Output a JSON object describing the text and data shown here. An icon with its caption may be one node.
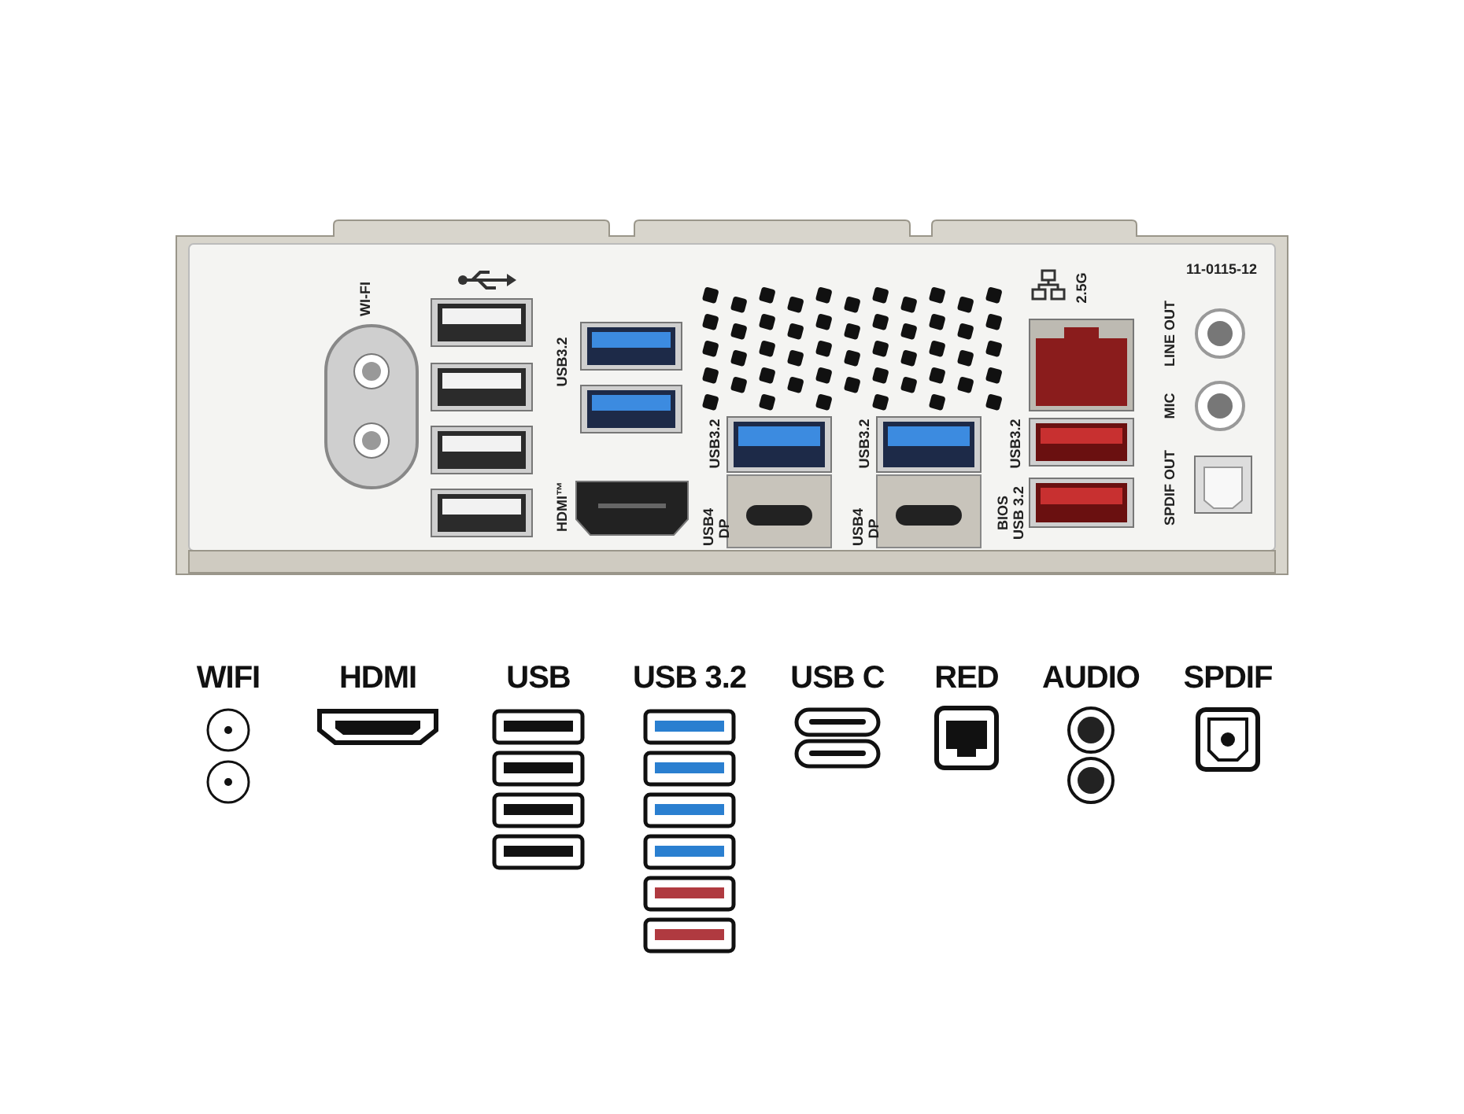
{
  "diagram": {
    "labels": [
      "WI-FI",
      "USB3.2",
      "HDMI™",
      "USB3.2",
      "USB4 DP",
      "USB3.2",
      "USB4 DP",
      "2.5G",
      "USB3.2",
      "BIOS USB 3.2",
      "11-0115-12",
      "LINE OUT",
      "MIC",
      "SPDIF OUT"
    ],
    "legend": [
      {
        "text": "WIFI"
      },
      {
        "text": "HDMI"
      },
      {
        "text": "USB"
      },
      {
        "text": "USB 3.2"
      },
      {
        "text": "USB C"
      },
      {
        "text": "RED"
      },
      {
        "text": "AUDIO"
      },
      {
        "text": "SPDIF"
      }
    ]
  }
}
